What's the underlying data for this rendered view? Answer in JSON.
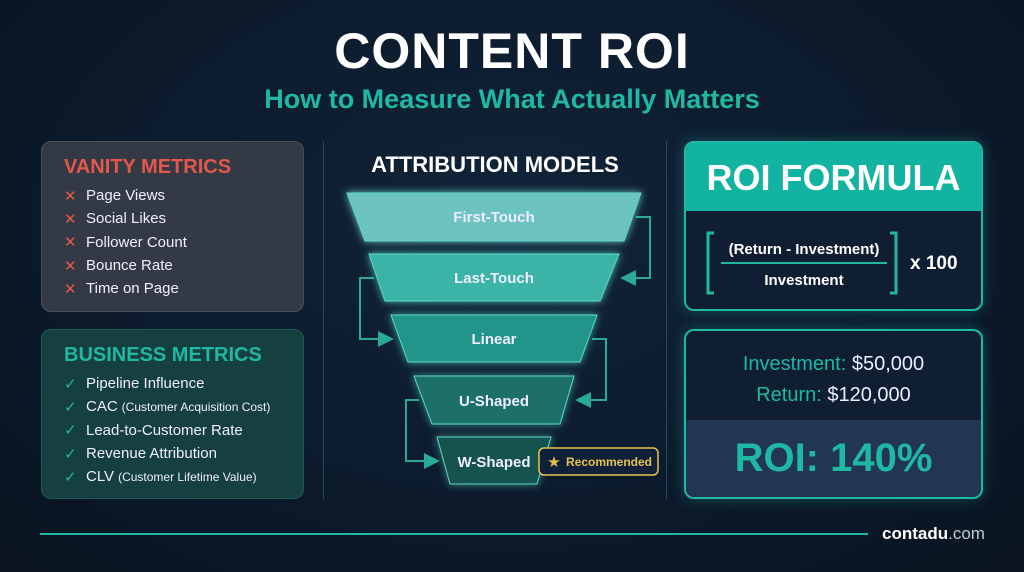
{
  "header": {
    "title": "CONTENT ROI",
    "subtitle": "How to Measure What Actually Matters"
  },
  "vanity": {
    "title": "VANITY METRICS",
    "icon": "x-icon",
    "items": [
      "Page Views",
      "Social Likes",
      "Follower Count",
      "Bounce Rate",
      "Time on Page"
    ]
  },
  "business": {
    "title": "BUSINESS METRICS",
    "icon": "check-icon",
    "items": [
      {
        "label": "Pipeline Influence",
        "note": ""
      },
      {
        "label": "CAC",
        "note": "(Customer Acquisition Cost)"
      },
      {
        "label": "Lead-to-Customer Rate",
        "note": ""
      },
      {
        "label": "Revenue Attribution",
        "note": ""
      },
      {
        "label": "CLV",
        "note": "(Customer Lifetime Value)"
      }
    ]
  },
  "attribution": {
    "title": "ATTRIBUTION MODELS",
    "models": [
      "First-Touch",
      "Last-Touch",
      "Linear",
      "U-Shaped",
      "W-Shaped"
    ],
    "badge": "Recommended"
  },
  "formula": {
    "title": "ROI FORMULA",
    "numerator": "(Return - Investment)",
    "denominator": "Investment",
    "multiplier": "x 100"
  },
  "example": {
    "investment_label": "Investment:",
    "investment_value": "$50,000",
    "return_label": "Return:",
    "return_value": "$120,000",
    "result": "ROI: 140%"
  },
  "footer": {
    "brand_bold": "contadu",
    "brand_suffix": ".com"
  },
  "colors": {
    "accent": "#1fb8a3",
    "danger": "#e4574a",
    "gold": "#e8c24a",
    "background": "#0b1829"
  }
}
